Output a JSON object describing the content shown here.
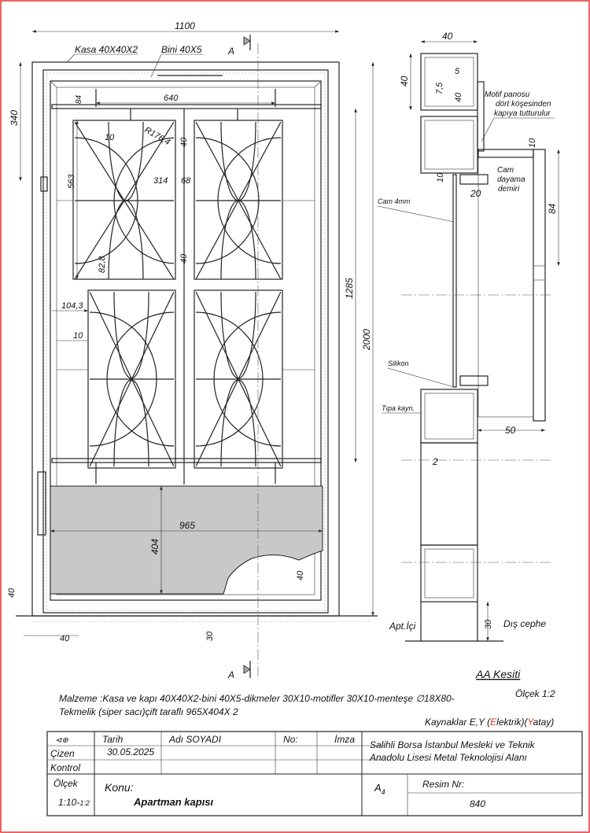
{
  "labels": {
    "kasa": "Kasa 40X40X2",
    "bini": "Bini 40X5",
    "section_marker": "A",
    "motif_note": [
      "Motif panosu",
      "dört köşesinden",
      "kapıya tutturulur"
    ],
    "cam_dayama": [
      "Cam",
      "dayama",
      "demiri"
    ],
    "cam": "Cam 4mm",
    "silikon": "Silikon",
    "tipa": "Tıpa kayn.",
    "apt_ici": "Apt.İçi",
    "dis_cephe": "Dış cephe",
    "section_title": "AA Kesiti",
    "section_scale": "Ölçek 1:2"
  },
  "dims": {
    "width_total": "1100",
    "h340": "340",
    "d84": "84",
    "d640": "640",
    "d40a": "40",
    "d10a": "10",
    "r176": "R176,4",
    "d563": "563",
    "d314": "314",
    "d68": "68",
    "d40b": "40",
    "d82": "82,8",
    "d104": "104,3",
    "d10b": "10",
    "d1285": "1285",
    "d2000": "2000",
    "d965": "965",
    "d404": "404",
    "d40c": "40",
    "d40d": "40",
    "d30": "30",
    "d40e": "40",
    "s40w": "40",
    "s40h": "40",
    "s5": "5",
    "s7_5": "7,5",
    "s40v": "40",
    "s10a": "10",
    "s10b": "10",
    "s20": "20",
    "s84": "84",
    "s50": "50",
    "s2": "2",
    "s30": "30"
  },
  "notes": {
    "material_line1": "Malzeme :Kasa ve kapı 40X40X2-bini 40X5-dikmeler 30X10-motifler 30X10-menteşe  ∅18X80-",
    "material_line2": "Tekmelik (siper sacı)çift taraflı 965X404X 2",
    "welds_prefix": "Kaynaklar E,Y (",
    "welds_e": "E",
    "welds_mid": "lektrik)(",
    "welds_y": "Y",
    "welds_suffix": "atay)"
  },
  "title_block": {
    "projection_symbol": "⊲⊕",
    "tarih": "Tarih",
    "adi": "Adı SOYADI",
    "no": "No:",
    "imza": "İmza",
    "cizen": "Çizen",
    "date": "30.05.2025",
    "kontrol": "Kontrol",
    "school_line1": "Salihli Borsa İstanbul Mesleki ve Teknik",
    "school_line2": "Anadolu Lisesi     Metal Teknolojisi Alanı",
    "olcek": "Ölçek",
    "olcek_value": "1:10-",
    "olcek_small": "1:2",
    "konu": "Konu:",
    "subject": "Apartman kapısı",
    "paper": "A",
    "paper_sub": "4",
    "resim_nr": "Resim Nr:",
    "resim_value": "840"
  },
  "colors": {
    "accent_red": "#e53030",
    "border_red": "#e53030",
    "kick_plate": "#c8c8c8"
  }
}
